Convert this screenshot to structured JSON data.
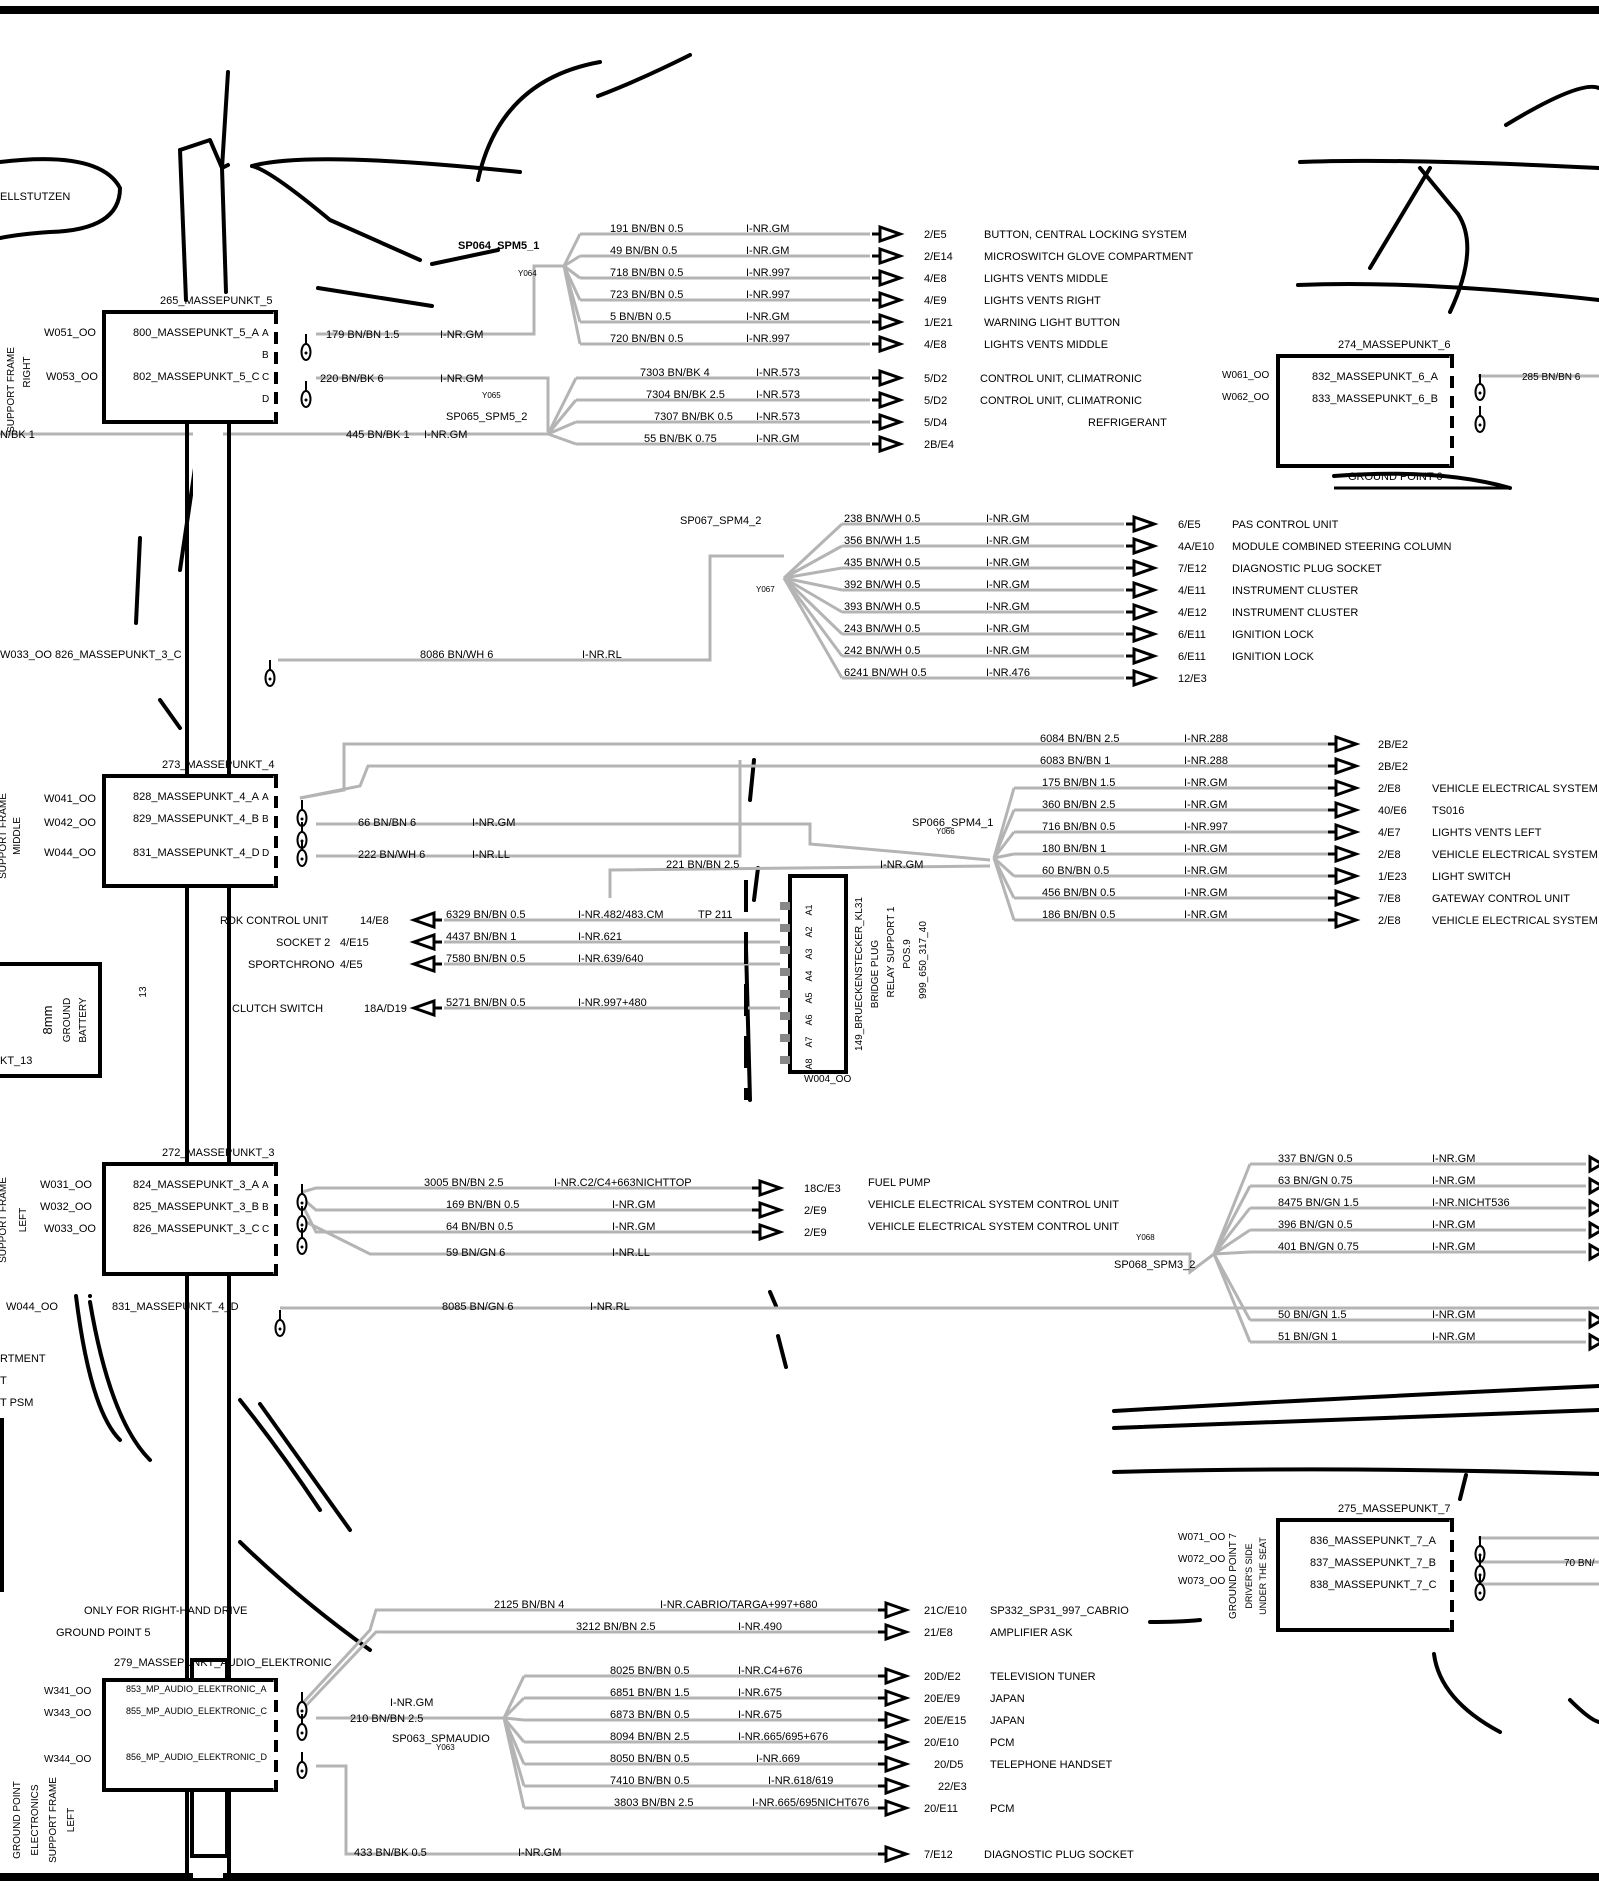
{
  "ground_points": [
    {
      "title": "265_MASSEPUNKT_5",
      "rows": [
        "800_MASSEPUNKT_5_A",
        "802_MASSEPUNKT_5_C"
      ],
      "pins": [
        "A",
        "B",
        "C",
        "D"
      ],
      "wires": [
        "W051_OO",
        "W053_OO"
      ],
      "side": [
        "SUPPORT FRAME",
        "RIGHT"
      ],
      "caption": ""
    },
    {
      "title": "274_MASSEPUNKT_6",
      "rows": [
        "832_MASSEPUNKT_6_A",
        "833_MASSEPUNKT_6_B"
      ],
      "pins": [],
      "wires": [
        "W061_OO",
        "W062_OO"
      ],
      "side": [],
      "caption": "GROUND POINT 6"
    },
    {
      "title": "273_MASSEPUNKT_4",
      "rows": [
        "828_MASSEPUNKT_4_A",
        "829_MASSEPUNKT_4_B",
        "831_MASSEPUNKT_4_D"
      ],
      "pins": [
        "A",
        "B",
        "D"
      ],
      "wires": [
        "W041_OO",
        "W042_OO",
        "W044_OO"
      ],
      "side": [
        "SUPPORT FRAME",
        "MIDDLE"
      ],
      "caption": ""
    },
    {
      "title": "272_MASSEPUNKT_3",
      "rows": [
        "824_MASSEPUNKT_3_A",
        "825_MASSEPUNKT_3_B",
        "826_MASSEPUNKT_3_C"
      ],
      "pins": [
        "A",
        "B",
        "C"
      ],
      "wires": [
        "W031_OO",
        "W032_OO",
        "W033_OO"
      ],
      "side": [
        "SUPPORT FRAME",
        "LEFT"
      ],
      "caption": ""
    },
    {
      "title": "275_MASSEPUNKT_7",
      "rows": [
        "836_MASSEPUNKT_7_A",
        "837_MASSEPUNKT_7_B",
        "838_MASSEPUNKT_7_C"
      ],
      "pins": [],
      "wires": [
        "W071_OO",
        "W072_OO",
        "W073_OO"
      ],
      "side": [
        "GROUND POINT 7",
        "DRIVER'S SIDE",
        "UNDER THE SEAT"
      ],
      "caption": ""
    },
    {
      "title": "279_MASSEPUNKT_AUDIO_ELEKTRONIC",
      "rows": [
        "853_MP_AUDIO_ELEKTRONIC_A",
        "855_MP_AUDIO_ELEKTRONIC_C",
        "856_MP_AUDIO_ELEKTRONIC_D"
      ],
      "pins": [],
      "wires": [
        "W341_OO",
        "W343_OO",
        "W344_OO"
      ],
      "side": [
        "GROUND POINT",
        "ELECTRONICS",
        "SUPPORT FRAME",
        "LEFT"
      ],
      "caption": ""
    }
  ],
  "splices": [
    {
      "name": "SP064_SPM5_1",
      "id": "Y064"
    },
    {
      "name": "SP065_SPM5_2",
      "id": "Y065"
    },
    {
      "name": "SP067_SPM4_2",
      "id": "Y067"
    },
    {
      "name": "SP066_SPM4_1",
      "id": "Y066"
    },
    {
      "name": "SP068_SPM3_2",
      "id": "Y068"
    },
    {
      "name": "SP063_SPMAUDIO",
      "id": "Y063"
    }
  ],
  "feeds": [
    {
      "wire": "179 BN/BN 1.5",
      "nr": "I-NR.GM"
    },
    {
      "wire": "220 BN/BK 6",
      "nr": "I-NR.GM"
    },
    {
      "wire": "445 BN/BK 1",
      "nr": "I-NR.GM"
    },
    {
      "wire": "8086 BN/WH 6",
      "nr": "I-NR.RL"
    },
    {
      "wire": "66 BN/BN 6",
      "nr": "I-NR.GM"
    },
    {
      "wire": "222 BN/WH 6",
      "nr": "I-NR.LL"
    },
    {
      "wire": "221 BN/BN 2.5",
      "nr": "I-NR.GM"
    },
    {
      "wire": "59 BN/GN 6",
      "nr": "I-NR.LL"
    },
    {
      "wire": "8085 BN/GN 6",
      "nr": "I-NR.RL"
    },
    {
      "wire": "210 BN/BN 2.5",
      "nr": "I-NR.GM"
    },
    {
      "wire": "433 BN/BK 0.5",
      "nr": "I-NR.GM"
    }
  ],
  "branches_spm5_1": [
    {
      "wire": "191 BN/BN 0.5",
      "nr": "I-NR.GM",
      "ref": "2/E5",
      "dest": "BUTTON, CENTRAL LOCKING SYSTEM"
    },
    {
      "wire": "49 BN/BN 0.5",
      "nr": "I-NR.GM",
      "ref": "2/E14",
      "dest": "MICROSWITCH   GLOVE COMPARTMENT"
    },
    {
      "wire": "718 BN/BN 0.5",
      "nr": "I-NR.997",
      "ref": "4/E8",
      "dest": "LIGHTS    VENTS     MIDDLE"
    },
    {
      "wire": "723 BN/BN 0.5",
      "nr": "I-NR.997",
      "ref": "4/E9",
      "dest": "LIGHTS    VENTS     RIGHT"
    },
    {
      "wire": "5 BN/BN 0.5",
      "nr": "I-NR.GM",
      "ref": "1/E21",
      "dest": "WARNING LIGHT BUTTON"
    },
    {
      "wire": "720 BN/BN 0.5",
      "nr": "I-NR.997",
      "ref": "4/E8",
      "dest": "LIGHTS    VENTS     MIDDLE"
    }
  ],
  "branches_spm5_2": [
    {
      "wire": "7303 BN/BK 4",
      "nr": "I-NR.573",
      "ref": "5/D2",
      "dest": "CONTROL UNIT, CLIMATRONIC"
    },
    {
      "wire": "7304 BN/BK 2.5",
      "nr": "I-NR.573",
      "ref": "5/D2",
      "dest": "CONTROL UNIT, CLIMATRONIC"
    },
    {
      "wire": "7307 BN/BK 0.5",
      "nr": "I-NR.573",
      "ref": "5/D4",
      "dest": "REFRIGERANT"
    },
    {
      "wire": "55 BN/BK 0.75",
      "nr": "I-NR.GM",
      "ref": "2B/E4",
      "dest": ""
    }
  ],
  "branches_spm4_2": [
    {
      "wire": "238 BN/WH 0.5",
      "nr": "I-NR.GM",
      "ref": "6/E5",
      "dest": "PAS CONTROL UNIT"
    },
    {
      "wire": "356 BN/WH 1.5",
      "nr": "I-NR.GM",
      "ref": "4A/E10",
      "dest": "MODULE  COMBINED STEERING COLUMN"
    },
    {
      "wire": "435 BN/WH 0.5",
      "nr": "I-NR.GM",
      "ref": "7/E12",
      "dest": "DIAGNOSTIC PLUG SOCKET"
    },
    {
      "wire": "392 BN/WH 0.5",
      "nr": "I-NR.GM",
      "ref": "4/E11",
      "dest": "INSTRUMENT CLUSTER"
    },
    {
      "wire": "393 BN/WH 0.5",
      "nr": "I-NR.GM",
      "ref": "4/E12",
      "dest": "INSTRUMENT CLUSTER"
    },
    {
      "wire": "243 BN/WH 0.5",
      "nr": "I-NR.GM",
      "ref": "6/E11",
      "dest": "IGNITION LOCK"
    },
    {
      "wire": "242 BN/WH 0.5",
      "nr": "I-NR.GM",
      "ref": "6/E11",
      "dest": "IGNITION LOCK"
    },
    {
      "wire": "6241 BN/WH 0.5",
      "nr": "I-NR.476",
      "ref": "12/E3",
      "dest": ""
    }
  ],
  "branches_spm4_1_top": [
    {
      "wire": "6084 BN/BN 2.5",
      "nr": "I-NR.288",
      "ref": "2B/E2",
      "dest": ""
    },
    {
      "wire": "6083 BN/BN 1",
      "nr": "I-NR.288",
      "ref": "2B/E2",
      "dest": ""
    }
  ],
  "branches_spm4_1": [
    {
      "wire": "175 BN/BN 1.5",
      "nr": "I-NR.GM",
      "ref": "2/E8",
      "dest": "VEHICLE ELECTRICAL SYSTEM"
    },
    {
      "wire": "360 BN/BN 2.5",
      "nr": "I-NR.GM",
      "ref": "40/E6",
      "dest": "TS016"
    },
    {
      "wire": "716 BN/BN 0.5",
      "nr": "I-NR.997",
      "ref": "4/E7",
      "dest": "LIGHTS    VENTS     LEFT"
    },
    {
      "wire": "180 BN/BN 1",
      "nr": "I-NR.GM",
      "ref": "2/E8",
      "dest": "VEHICLE ELECTRICAL SYSTEM"
    },
    {
      "wire": "60 BN/BN 0.5",
      "nr": "I-NR.GM",
      "ref": "1/E23",
      "dest": "LIGHT SWITCH"
    },
    {
      "wire": "456 BN/BN 0.5",
      "nr": "I-NR.GM",
      "ref": "7/E8",
      "dest": "GATEWAY CONTROL UNIT"
    },
    {
      "wire": "186 BN/BN 0.5",
      "nr": "I-NR.GM",
      "ref": "2/E8",
      "dest": "VEHICLE ELECTRICAL SYSTEM"
    }
  ],
  "bridge_plug": {
    "lines": [
      "149_BRUECKENSTECKER_KL31",
      "BRIDGE PLUG",
      "RELAY SUPPORT 1",
      "POS.9",
      "999_650_317_40"
    ],
    "pins": [
      "A1",
      "A2",
      "A3",
      "A4",
      "A5",
      "A6",
      "A7",
      "A8"
    ],
    "wire_id": "W004_OO",
    "tp": "TP 211",
    "inputs": [
      {
        "dest": "RDK CONTROL UNIT",
        "ref": "14/E8",
        "wire": "6329 BN/BN 0.5",
        "nr": "I-NR.482/483.CM"
      },
      {
        "dest": "SOCKET 2",
        "ref": "4/E15",
        "wire": "4437 BN/BN 1",
        "nr": "I-NR.621"
      },
      {
        "dest": "SPORTCHRONO",
        "ref": "4/E5",
        "wire": "7580 BN/BN 0.5",
        "nr": "I-NR.639/640"
      },
      {
        "dest": "CLUTCH SWITCH",
        "ref": "18A/D19",
        "wire": "5271 BN/BN 0.5",
        "nr": "I-NR.997+480"
      }
    ]
  },
  "branches_mp3": [
    {
      "wire": "3005 BN/BN 2.5",
      "nr": "I-NR.C2/C4+663NICHTTOP",
      "ref": "18C/E3",
      "dest": "FUEL PUMP"
    },
    {
      "wire": "169 BN/BN 0.5",
      "nr": "I-NR.GM",
      "ref": "2/E9",
      "dest": "VEHICLE ELECTRICAL SYSTEM CONTROL UNIT"
    },
    {
      "wire": "64 BN/BN 0.5",
      "nr": "I-NR.GM",
      "ref": "2/E9",
      "dest": "VEHICLE ELECTRICAL SYSTEM CONTROL UNIT"
    }
  ],
  "branches_spm3_2": [
    {
      "wire": "337 BN/GN 0.5",
      "nr": "I-NR.GM"
    },
    {
      "wire": "63 BN/GN 0.75",
      "nr": "I-NR.GM"
    },
    {
      "wire": "8475 BN/GN 1.5",
      "nr": "I-NR.NICHT536"
    },
    {
      "wire": "396 BN/GN 0.5",
      "nr": "I-NR.GM"
    },
    {
      "wire": "401 BN/GN 0.75",
      "nr": "I-NR.GM"
    },
    {
      "wire": "50 BN/GN 1.5",
      "nr": "I-NR.GM"
    },
    {
      "wire": "51 BN/GN 1",
      "nr": "I-NR.GM"
    }
  ],
  "branches_audio_top": [
    {
      "wire": "2125 BN/BN 4",
      "nr": "I-NR.CABRIO/TARGA+997+680",
      "ref": "21C/E10",
      "dest": "SP332_SP31_997_CABRIO"
    },
    {
      "wire": "3212 BN/BN 2.5",
      "nr": "I-NR.490",
      "ref": "21/E8",
      "dest": "AMPLIFIER          ASK"
    }
  ],
  "branches_audio": [
    {
      "wire": "8025 BN/BN 0.5",
      "nr": "I-NR.C4+676",
      "ref": "20D/E2",
      "dest": "TELEVISION TUNER"
    },
    {
      "wire": "6851 BN/BN 1.5",
      "nr": "I-NR.675",
      "ref": "20E/E9",
      "dest": "JAPAN"
    },
    {
      "wire": "6873 BN/BN 0.5",
      "nr": "I-NR.675",
      "ref": "20E/E15",
      "dest": "JAPAN"
    },
    {
      "wire": "8094 BN/BN 2.5",
      "nr": "I-NR.665/695+676",
      "ref": "20/E10",
      "dest": "PCM"
    },
    {
      "wire": "8050 BN/BN 0.5",
      "nr": "I-NR.669",
      "ref": "20/D5",
      "dest": "TELEPHONE HANDSET"
    },
    {
      "wire": "7410 BN/BN 0.5",
      "nr": "I-NR.618/619",
      "ref": "22/E3",
      "dest": ""
    },
    {
      "wire": "3803 BN/BN 2.5",
      "nr": "I-NR.665/695NICHT676",
      "ref": "20/E11",
      "dest": "PCM"
    }
  ],
  "diag_socket": {
    "ref": "7/E12",
    "dest": "DIAGNOSTIC PLUG SOCKET"
  },
  "partial_left": {
    "stutzen": "ELLSTUTZEN",
    "bk1": "N/BK 1",
    "w033": "W033_OO   826_MASSEPUNKT_3_C",
    "w044": "W044_OO",
    "mp4d": "831_MASSEPUNKT_4_D",
    "pt13": "KT_13",
    "num13": "13",
    "battery": [
      "8mm",
      "GROUND",
      "BATTERY"
    ],
    "rtment": "RTMENT",
    "t": "T",
    "tpsm": "T PSM",
    "right_hand": "ONLY FOR RIGHT-HAND DRIVE",
    "gp5": "GROUND POINT 5",
    "w6": "285 BN/BN 6",
    "w70": "70 BN/"
  },
  "colors": {
    "wire": "#b4b4b4",
    "ink": "#000000"
  }
}
